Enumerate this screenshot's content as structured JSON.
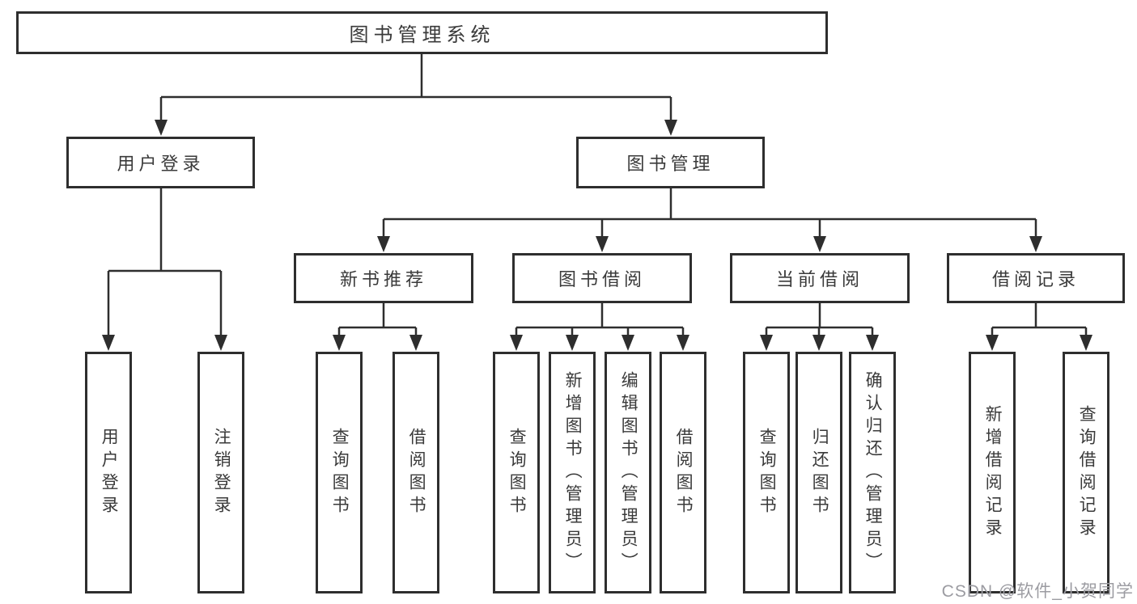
{
  "colors": {
    "line": "#2e2e2e",
    "box_border": "#2e2e2e",
    "text": "#3a3a3a",
    "watermark": "#9c9ca2",
    "background": "#ffffff"
  },
  "tree": {
    "root": {
      "label": "图书管理系统"
    },
    "branches": [
      {
        "label": "用户登录",
        "children": [
          {
            "label": "用户登录"
          },
          {
            "label": "注销登录"
          }
        ]
      },
      {
        "label": "图书管理",
        "children": [
          {
            "label": "新书推荐",
            "children": [
              {
                "label": "查询图书"
              },
              {
                "label": "借阅图书"
              }
            ]
          },
          {
            "label": "图书借阅",
            "children": [
              {
                "label": "查询图书"
              },
              {
                "label": "新增图书（管理员）"
              },
              {
                "label": "编辑图书（管理员）"
              },
              {
                "label": "借阅图书"
              }
            ]
          },
          {
            "label": "当前借阅",
            "children": [
              {
                "label": "查询图书"
              },
              {
                "label": "归还图书"
              },
              {
                "label": "确认归还（管理员）"
              }
            ]
          },
          {
            "label": "借阅记录",
            "children": [
              {
                "label": "新增借阅记录"
              },
              {
                "label": "查询借阅记录"
              }
            ]
          }
        ]
      }
    ]
  },
  "watermark": {
    "text": "CSDN @软件_小贺同学"
  }
}
